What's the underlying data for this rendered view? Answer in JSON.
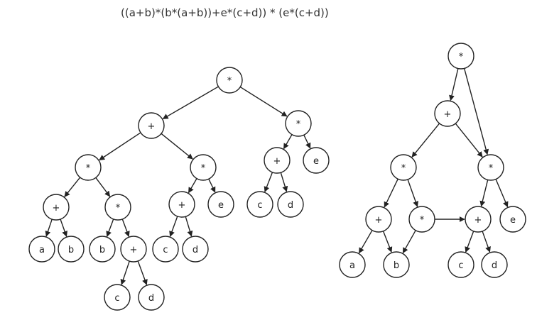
{
  "title": "((a+b)*(b*(a+b))+e*(c+d)) * (e*(c+d))",
  "colors": {
    "stroke": "#222222",
    "fill": "#ffffff",
    "text": "#222222"
  },
  "diagrams": [
    {
      "id": "expression-tree",
      "nodes": [
        {
          "id": "t1",
          "label": "*"
        },
        {
          "id": "t2",
          "label": "+"
        },
        {
          "id": "t3",
          "label": "*"
        },
        {
          "id": "t4",
          "label": "*"
        },
        {
          "id": "t5",
          "label": "*"
        },
        {
          "id": "t6",
          "label": "+"
        },
        {
          "id": "t7",
          "label": "e"
        },
        {
          "id": "t8",
          "label": "+"
        },
        {
          "id": "t9",
          "label": "*"
        },
        {
          "id": "t10",
          "label": "+"
        },
        {
          "id": "t11",
          "label": "e"
        },
        {
          "id": "t12",
          "label": "c"
        },
        {
          "id": "t13",
          "label": "d"
        },
        {
          "id": "t14",
          "label": "a"
        },
        {
          "id": "t15",
          "label": "b"
        },
        {
          "id": "t16",
          "label": "b"
        },
        {
          "id": "t17",
          "label": "+"
        },
        {
          "id": "t18",
          "label": "c"
        },
        {
          "id": "t19",
          "label": "d"
        },
        {
          "id": "t20",
          "label": "c"
        },
        {
          "id": "t21",
          "label": "d"
        }
      ],
      "edges": [
        [
          "t1",
          "t2"
        ],
        [
          "t1",
          "t3"
        ],
        [
          "t2",
          "t4"
        ],
        [
          "t2",
          "t5"
        ],
        [
          "t3",
          "t6"
        ],
        [
          "t3",
          "t7"
        ],
        [
          "t4",
          "t8"
        ],
        [
          "t4",
          "t9"
        ],
        [
          "t5",
          "t10"
        ],
        [
          "t5",
          "t11"
        ],
        [
          "t6",
          "t12"
        ],
        [
          "t6",
          "t13"
        ],
        [
          "t8",
          "t14"
        ],
        [
          "t8",
          "t15"
        ],
        [
          "t9",
          "t16"
        ],
        [
          "t9",
          "t17"
        ],
        [
          "t10",
          "t18"
        ],
        [
          "t10",
          "t19"
        ],
        [
          "t17",
          "t20"
        ],
        [
          "t17",
          "t21"
        ]
      ]
    },
    {
      "id": "expression-dag",
      "nodes": [
        {
          "id": "g1",
          "label": "*"
        },
        {
          "id": "g2",
          "label": "+"
        },
        {
          "id": "g3",
          "label": "*"
        },
        {
          "id": "g4",
          "label": "*"
        },
        {
          "id": "g5",
          "label": "+"
        },
        {
          "id": "g6",
          "label": "*"
        },
        {
          "id": "g7",
          "label": "+"
        },
        {
          "id": "g8",
          "label": "e"
        },
        {
          "id": "g9",
          "label": "a"
        },
        {
          "id": "g10",
          "label": "b"
        },
        {
          "id": "g11",
          "label": "c"
        },
        {
          "id": "g12",
          "label": "d"
        }
      ],
      "edges": [
        [
          "g1",
          "g2"
        ],
        [
          "g1",
          "g4"
        ],
        [
          "g2",
          "g3"
        ],
        [
          "g2",
          "g4"
        ],
        [
          "g3",
          "g5"
        ],
        [
          "g3",
          "g6"
        ],
        [
          "g4",
          "g7"
        ],
        [
          "g4",
          "g8"
        ],
        [
          "g5",
          "g9"
        ],
        [
          "g5",
          "g10"
        ],
        [
          "g6",
          "g10"
        ],
        [
          "g6",
          "g7"
        ],
        [
          "g7",
          "g11"
        ],
        [
          "g7",
          "g12"
        ]
      ]
    }
  ]
}
